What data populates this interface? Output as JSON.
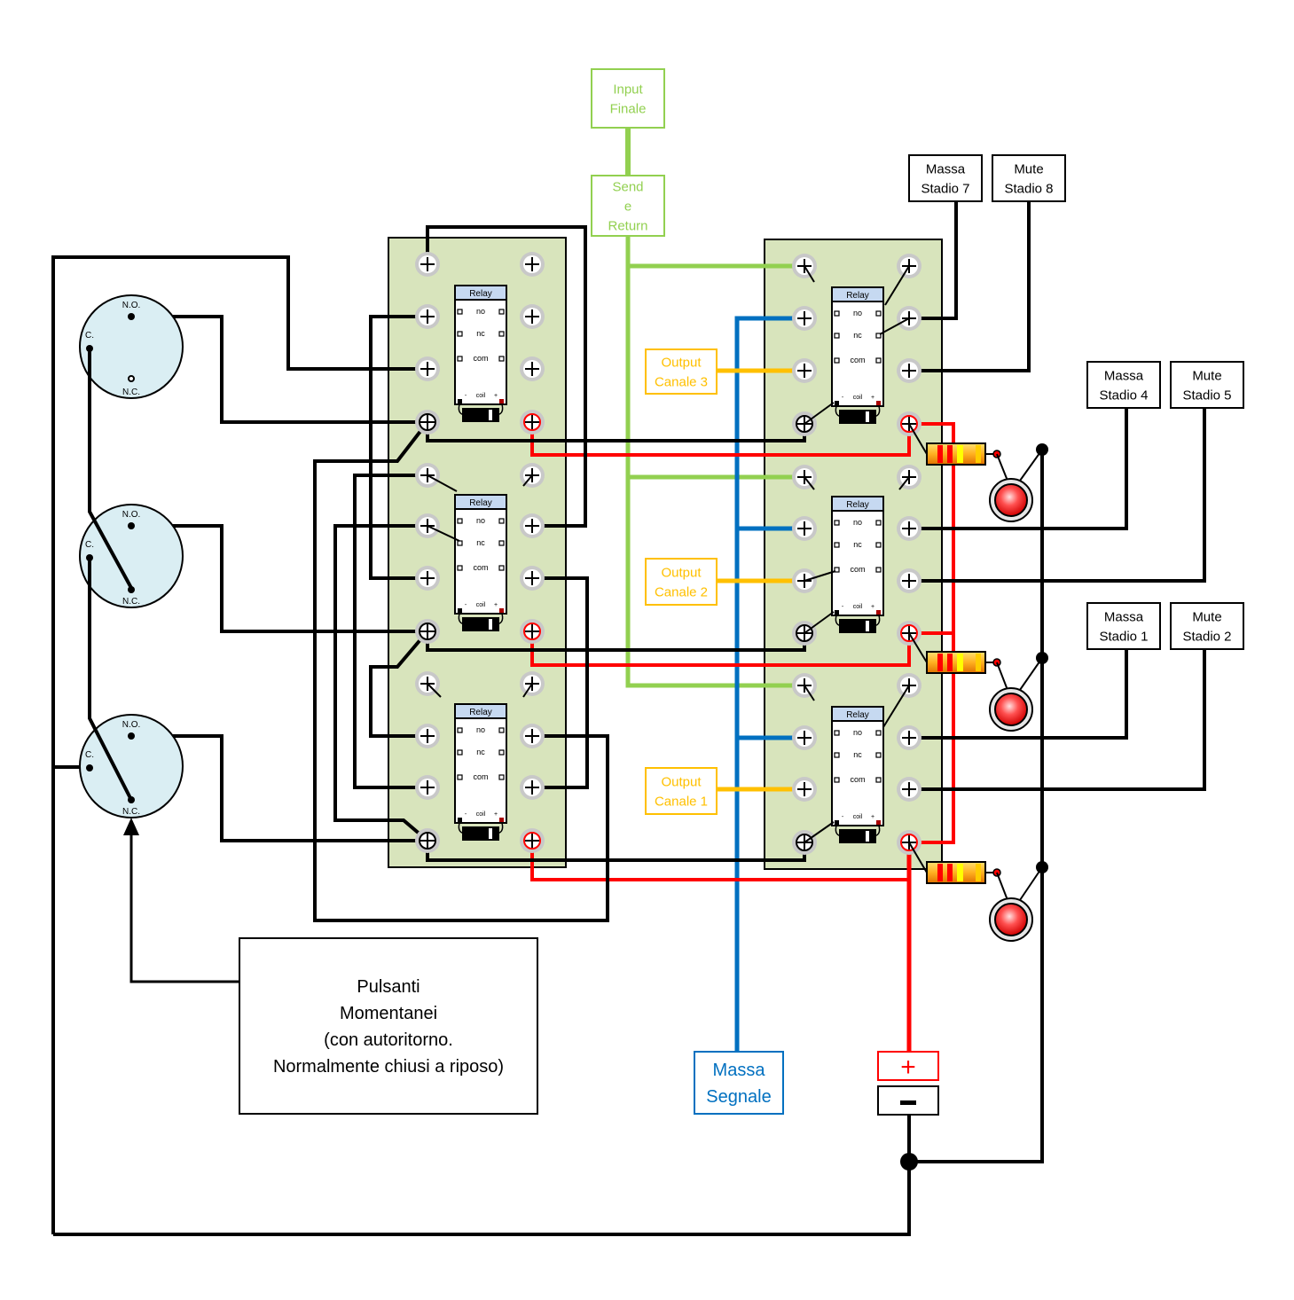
{
  "colors": {
    "wire": "#000000",
    "power": "#ff0000",
    "send_return": "#92d050",
    "ground_signal": "#0070c0",
    "output": "#ffc000",
    "board": "#d8e4bc",
    "switch_fill": "#daeef3",
    "relay_header": "#c6d9f1"
  },
  "labels": {
    "input_finale": [
      "Input",
      "Finale"
    ],
    "send_return": [
      "Send",
      "e",
      "Return"
    ],
    "massa_stadio_7": [
      "Massa",
      "Stadio 7"
    ],
    "mute_stadio_8": [
      "Mute",
      "Stadio 8"
    ],
    "massa_stadio_4": [
      "Massa",
      "Stadio 4"
    ],
    "mute_stadio_5": [
      "Mute",
      "Stadio 5"
    ],
    "massa_stadio_1": [
      "Massa",
      "Stadio 1"
    ],
    "mute_stadio_2": [
      "Mute",
      "Stadio 2"
    ],
    "output_canale_3": [
      "Output",
      "Canale 3"
    ],
    "output_canale_2": [
      "Output",
      "Canale 2"
    ],
    "output_canale_1": [
      "Output",
      "Canale 1"
    ],
    "massa_segnale": [
      "Massa",
      "Segnale"
    ],
    "pulsanti": [
      "Pulsanti",
      "Momentanei",
      "(con autoritorno.",
      "Normalmente chiusi a riposo)"
    ],
    "battery_plus": "+",
    "battery_minus": "−"
  },
  "relay": {
    "title": "Relay",
    "pins": [
      "no",
      "nc",
      "com"
    ],
    "coil": "coil",
    "coil_minus": "-",
    "coil_plus": "+"
  },
  "switch": {
    "no": "N.O.",
    "nc": "N.C.",
    "c": "C."
  }
}
